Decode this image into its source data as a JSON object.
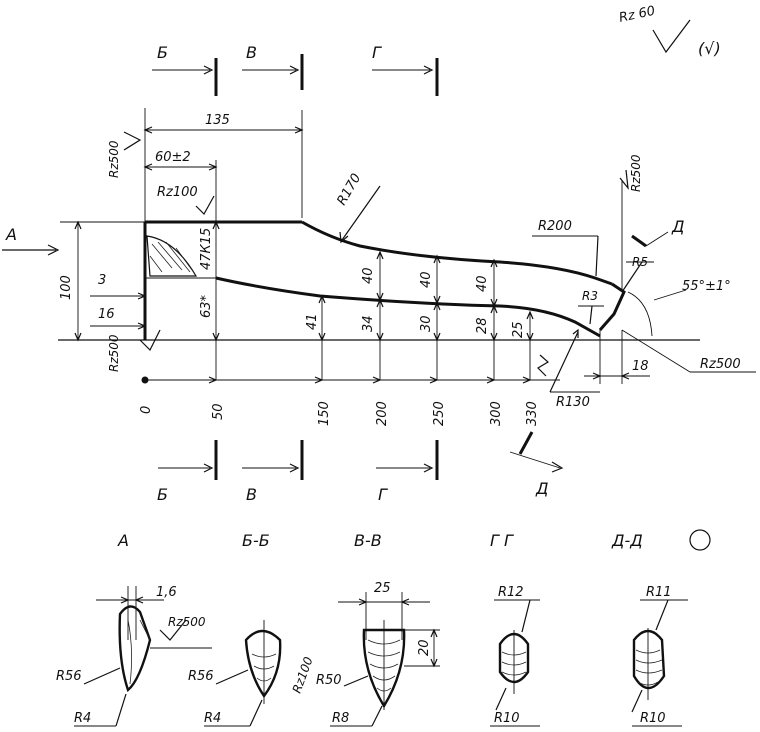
{
  "roughness_general": "Rz 60",
  "roughness_general_paren": "(√)",
  "sections_top": [
    "Б",
    "В",
    "Г"
  ],
  "sections_bottom": [
    "Б",
    "В",
    "Г"
  ],
  "view_a": "А",
  "dims": {
    "d135": "135",
    "d60": "60±2",
    "rz500_top": "Rz500",
    "rz100": "Rz100",
    "r170": "R170",
    "rz500_right": "Rz500",
    "r200": "R200",
    "view_d": "Д",
    "r5": "R5",
    "angle": "55°±1°",
    "r3": "R3",
    "d100": "100",
    "d47": "47К15",
    "d3": "3",
    "d16": "16",
    "d63": "63*",
    "rz500_left": "Rz500",
    "h40a": "40",
    "h40b": "40",
    "h40c": "40",
    "h41": "41",
    "h34": "34",
    "h30": "30",
    "h28": "28",
    "h25": "25",
    "d18": "18",
    "r130": "R130",
    "rz500_bottom": "Rz500",
    "view_d_bottom": "Д"
  },
  "axis": [
    "0",
    "50",
    "150",
    "200",
    "250",
    "300",
    "330"
  ],
  "section_titles": [
    "А",
    "Б-Б",
    "В-В",
    "Г Г",
    "Д-Д"
  ],
  "details": {
    "a_1_6": "1,6",
    "a_rz500": "Rz500",
    "a_r56": "R56",
    "a_r4": "R4",
    "b_r56": "R56",
    "b_r4": "R4",
    "b_rz100": "Rz100",
    "c_25": "25",
    "c_20": "20",
    "c_r50": "R50",
    "c_r8": "R8",
    "d_r12": "R12",
    "d_r10": "R10",
    "e_r11": "R11",
    "e_r10": "R10"
  }
}
